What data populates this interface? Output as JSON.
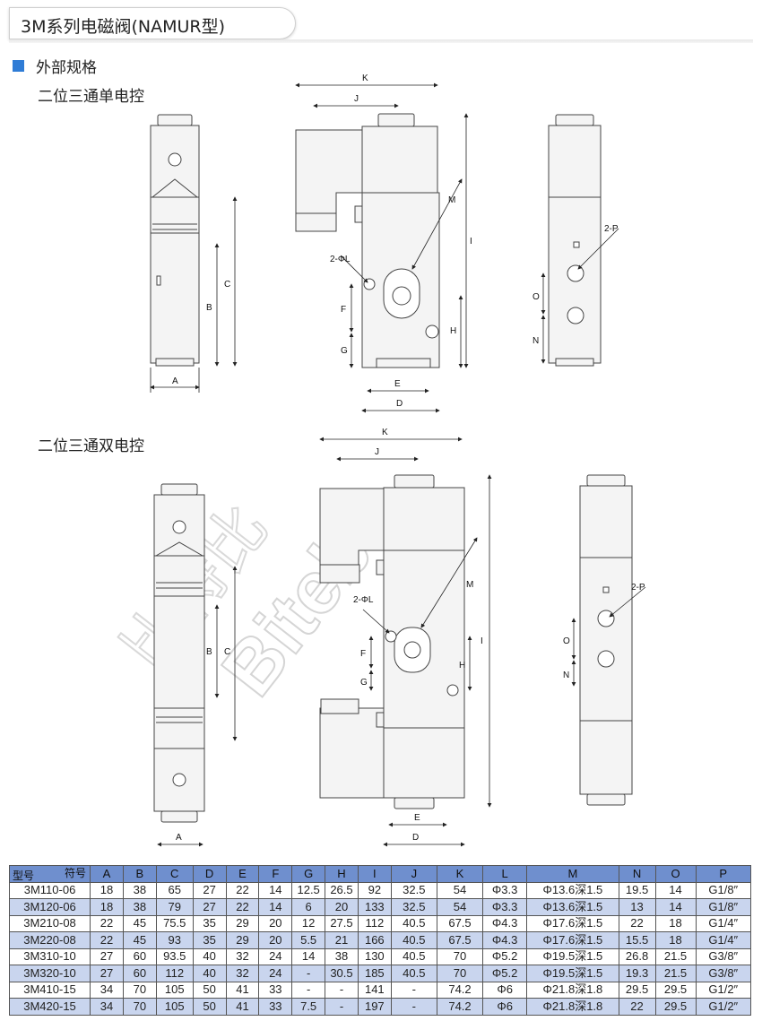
{
  "page": {
    "title": "3M系列电磁阀(NAMUR型)",
    "section": "外部规格",
    "sub1": "二位三通单电控",
    "sub2": "二位三通双电控",
    "accent": "#2f7cd6"
  },
  "watermark": {
    "latin": "Bitebi",
    "chinese": "比特比"
  },
  "dims": {
    "A": "A",
    "B": "B",
    "C": "C",
    "D": "D",
    "E": "E",
    "F": "F",
    "G": "G",
    "H": "H",
    "I": "I",
    "J": "J",
    "K": "K",
    "M": "M",
    "N": "N",
    "O": "O",
    "P2": "2-P",
    "L2": "2-ΦL"
  },
  "table": {
    "corner_top": "符号",
    "corner_bottom": "型号",
    "headers": [
      "A",
      "B",
      "C",
      "D",
      "E",
      "F",
      "G",
      "H",
      "I",
      "J",
      "K",
      "L",
      "M",
      "N",
      "O",
      "P"
    ],
    "rows": [
      [
        "3M110-06",
        "18",
        "38",
        "65",
        "27",
        "22",
        "14",
        "12.5",
        "26.5",
        "92",
        "32.5",
        "54",
        "Φ3.3",
        "Φ13.6深1.5",
        "19.5",
        "14",
        "G1/8″"
      ],
      [
        "3M120-06",
        "18",
        "38",
        "79",
        "27",
        "22",
        "14",
        "6",
        "20",
        "133",
        "32.5",
        "54",
        "Φ3.3",
        "Φ13.6深1.5",
        "13",
        "14",
        "G1/8″"
      ],
      [
        "3M210-08",
        "22",
        "45",
        "75.5",
        "35",
        "29",
        "20",
        "12",
        "27.5",
        "112",
        "40.5",
        "67.5",
        "Φ4.3",
        "Φ17.6深1.5",
        "22",
        "18",
        "G1/4″"
      ],
      [
        "3M220-08",
        "22",
        "45",
        "93",
        "35",
        "29",
        "20",
        "5.5",
        "21",
        "166",
        "40.5",
        "67.5",
        "Φ4.3",
        "Φ17.6深1.5",
        "15.5",
        "18",
        "G1/4″"
      ],
      [
        "3M310-10",
        "27",
        "60",
        "93.5",
        "40",
        "32",
        "24",
        "14",
        "38",
        "130",
        "40.5",
        "70",
        "Φ5.2",
        "Φ19.5深1.5",
        "26.8",
        "21.5",
        "G3/8″"
      ],
      [
        "3M320-10",
        "27",
        "60",
        "112",
        "40",
        "32",
        "24",
        "-",
        "30.5",
        "185",
        "40.5",
        "70",
        "Φ5.2",
        "Φ19.5深1.5",
        "19.3",
        "21.5",
        "G3/8″"
      ],
      [
        "3M410-15",
        "34",
        "70",
        "105",
        "50",
        "41",
        "33",
        "-",
        "-",
        "141",
        "-",
        "74.2",
        "Φ6",
        "Φ21.8深1.8",
        "29.5",
        "29.5",
        "G1/2″"
      ],
      [
        "3M420-15",
        "34",
        "70",
        "105",
        "50",
        "41",
        "33",
        "7.5",
        "-",
        "197",
        "-",
        "74.2",
        "Φ6",
        "Φ21.8深1.8",
        "22",
        "29.5",
        "G1/2″"
      ]
    ]
  }
}
